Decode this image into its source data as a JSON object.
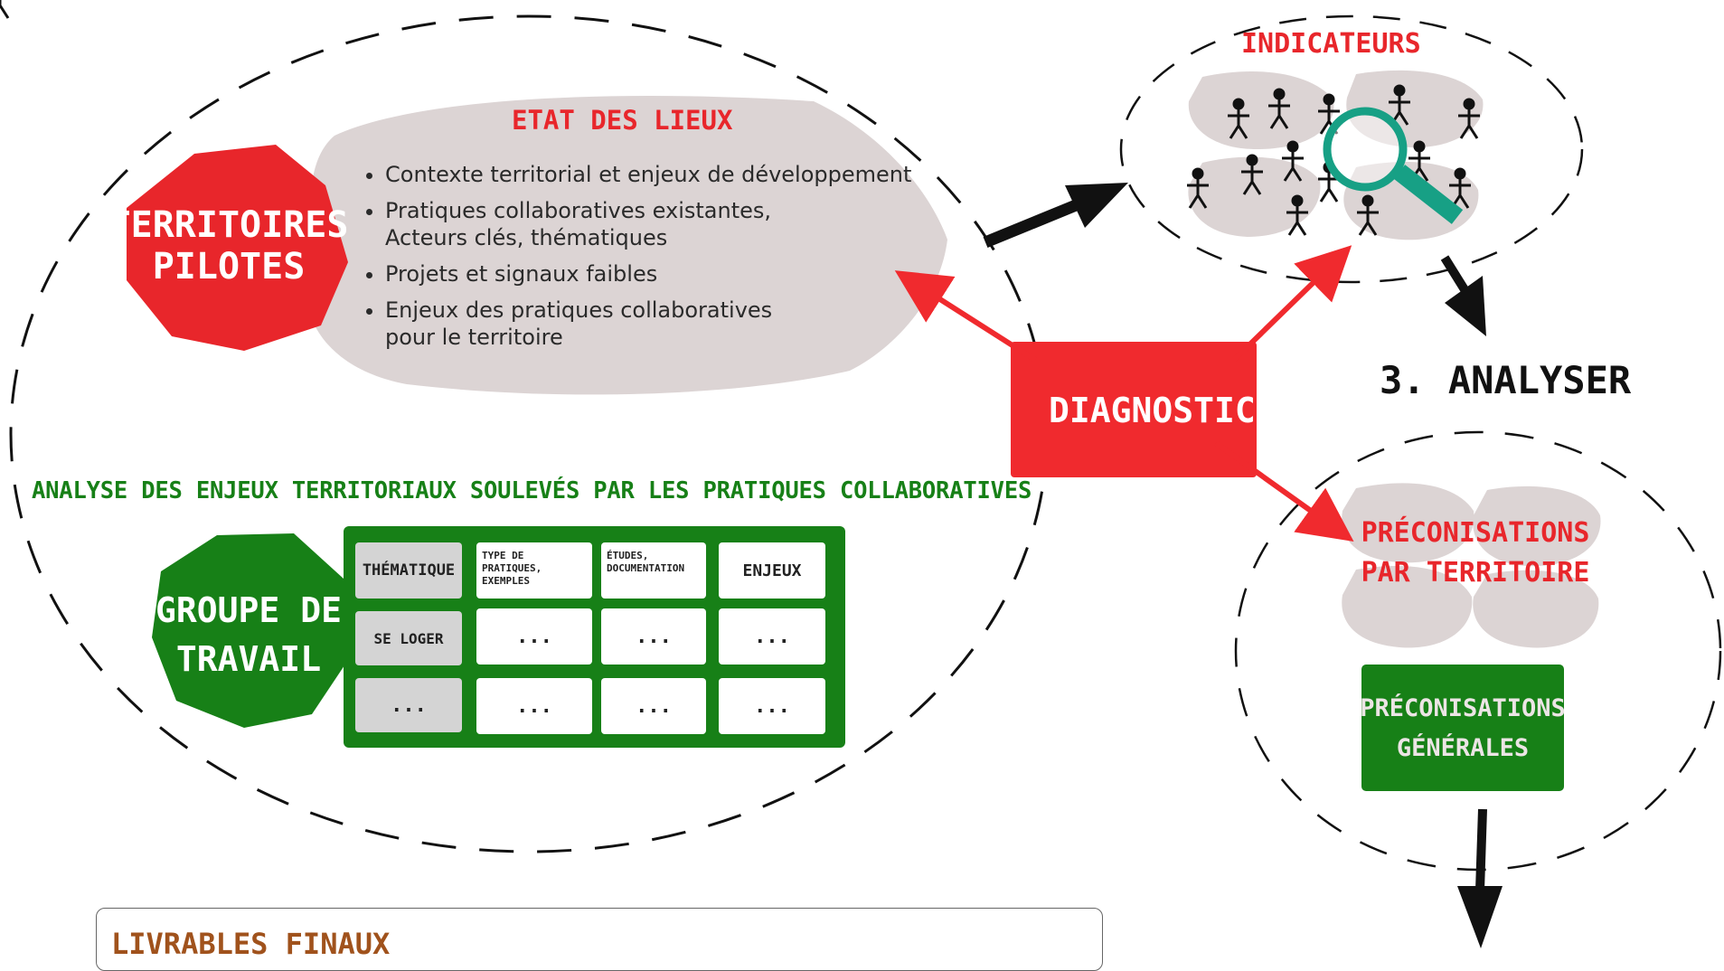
{
  "territoires": {
    "line1": "TERRITOIRES",
    "line2": "PILOTES"
  },
  "etat": {
    "title": "ETAT DES LIEUX",
    "items": [
      "Contexte territorial et enjeux de développement",
      "Pratiques collaboratives existantes,\nActeurs clés, thématiques",
      "Projets et signaux faibles",
      "Enjeux des pratiques collaboratives\npour le territoire"
    ]
  },
  "indicateurs": {
    "title": "INDICATEURS"
  },
  "diagnostic": {
    "label": "DIAGNOSTIC"
  },
  "analyser": {
    "label": "3. ANALYSER"
  },
  "analyse_title": "ANALYSE DES ENJEUX TERRITORIAUX SOULEVÉS PAR LES PRATIQUES COLLABORATIVES",
  "groupe": {
    "line1": "GROUPE DE",
    "line2": "TRAVAIL"
  },
  "table": {
    "headers": [
      "THÉMATIQUE",
      "TYPE DE PRATIQUES,\nEXEMPLES",
      "ÉTUDES,\nDOCUMENTATION",
      "ENJEUX"
    ],
    "rows": [
      [
        "SE LOGER",
        "...",
        "...",
        "..."
      ],
      [
        "...",
        "...",
        "...",
        "..."
      ]
    ]
  },
  "preco_territoire": {
    "line1": "PRÉCONISATIONS",
    "line2": "PAR TERRITOIRE"
  },
  "preco_generales": {
    "line1": "PRÉCONISATIONS",
    "line2": "GÉNÉRALES"
  },
  "livrables": {
    "title": "LIVRABLES FINAUX"
  },
  "colors": {
    "red": "#e8262b",
    "green": "#178017",
    "grey_blob": "#dcd4d4",
    "teal": "#17a085",
    "brown": "#a0521c"
  }
}
